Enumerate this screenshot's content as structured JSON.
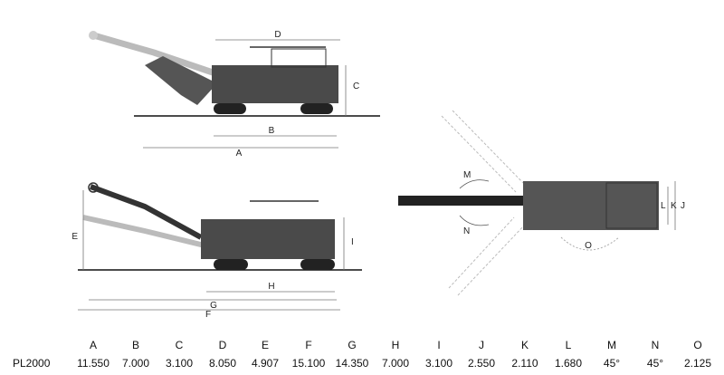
{
  "drawing": {
    "dimension_labels": {
      "top_view": [
        "D",
        "C",
        "B",
        "A"
      ],
      "side_view": [
        "E",
        "I",
        "H",
        "G",
        "F"
      ],
      "plan_view": [
        "M",
        "N",
        "J",
        "K",
        "L",
        "O"
      ]
    }
  },
  "spec_table": {
    "columns": [
      "A",
      "B",
      "C",
      "D",
      "E",
      "F",
      "G",
      "H",
      "I",
      "J",
      "K",
      "L",
      "M",
      "N",
      "O"
    ],
    "model": "PL2000",
    "values": [
      "11.550",
      "7.000",
      "3.100",
      "8.050",
      "4.907",
      "15.100",
      "14.350",
      "7.000",
      "3.100",
      "2.550",
      "2.110",
      "1.680",
      "45°",
      "45°",
      "2.125"
    ]
  }
}
